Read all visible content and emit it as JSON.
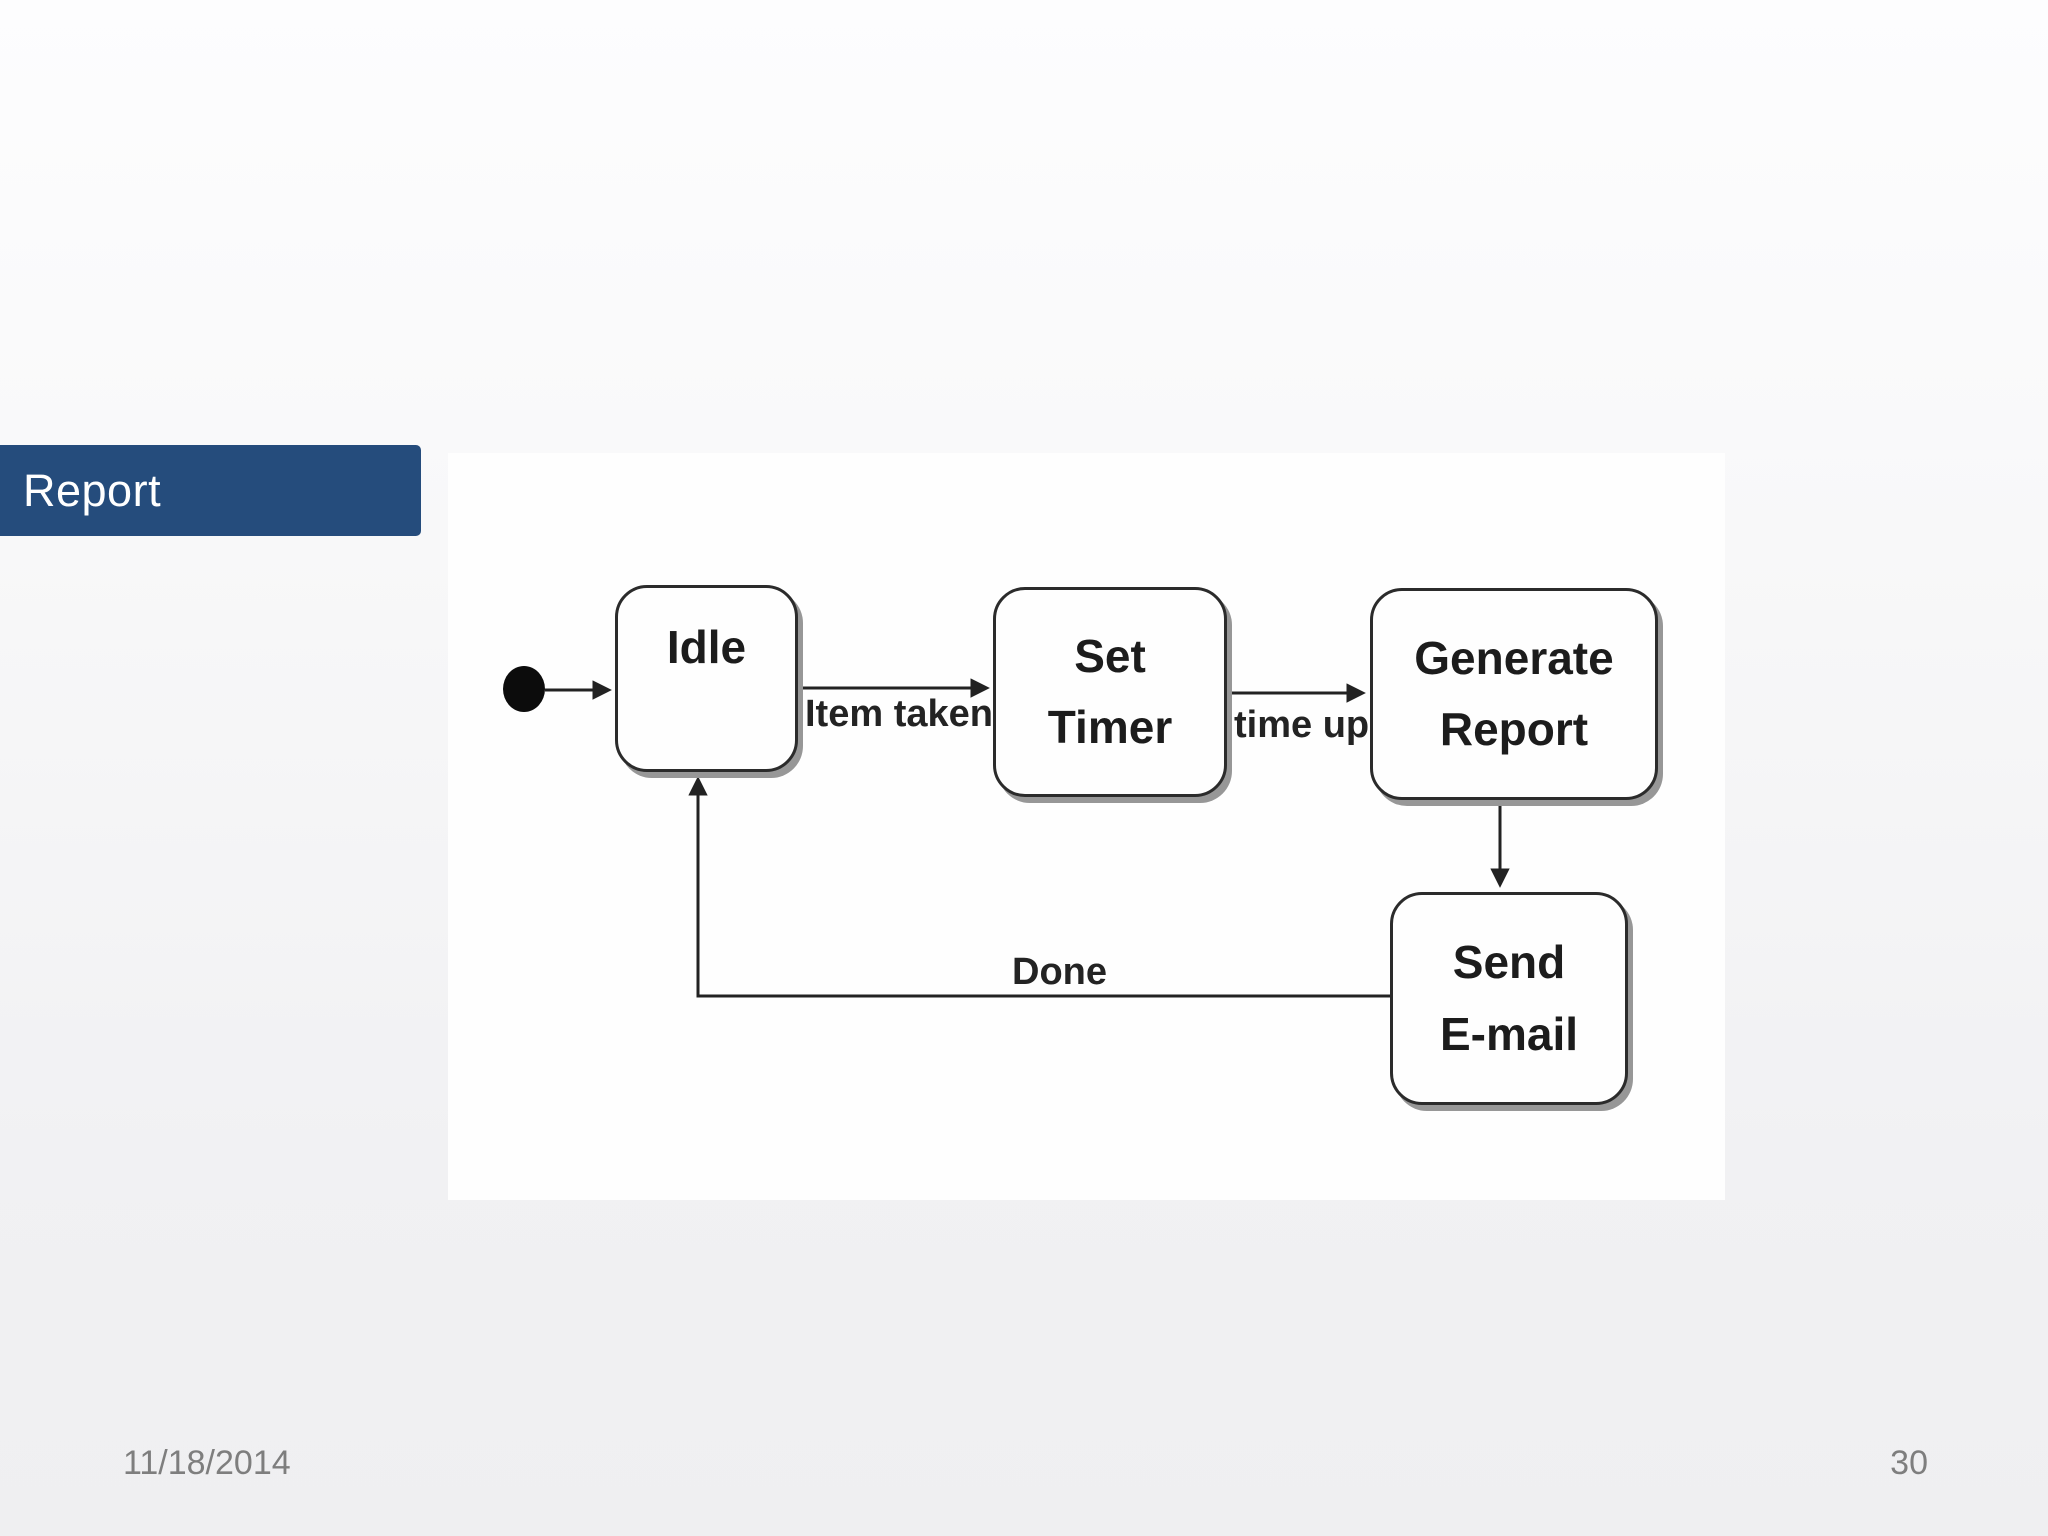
{
  "slide": {
    "title": "Report",
    "footer": {
      "date": "11/18/2014",
      "page_number": "30"
    }
  },
  "diagram": {
    "type": "uml-state-machine",
    "states": {
      "initial": {
        "kind": "initial-pseudostate"
      },
      "idle": {
        "label": "Idle"
      },
      "set_timer": {
        "line1": "Set",
        "line2": "Timer"
      },
      "generate_report": {
        "line1": "Generate",
        "line2": "Report"
      },
      "send_email": {
        "line1": "Send",
        "line2": "E-mail"
      }
    },
    "transitions": {
      "start": {
        "from": "initial",
        "to": "idle",
        "label": ""
      },
      "item_taken": {
        "from": "idle",
        "to": "set_timer",
        "label": "Item taken"
      },
      "time_up": {
        "from": "set_timer",
        "to": "generate_report",
        "label": "time up"
      },
      "report_to_email": {
        "from": "generate_report",
        "to": "send_email",
        "label": ""
      },
      "done": {
        "from": "send_email",
        "to": "idle",
        "label": "Done"
      }
    },
    "colors": {
      "state_fill": "#fefefe",
      "state_border": "#2b2b2b",
      "arrow": "#222222",
      "state_text": "#1c1c1c",
      "label_text": "#232323"
    }
  },
  "theme": {
    "title_bar_bg": "#254C7C",
    "title_text": "#ffffff",
    "background_top": "#fdfdfe",
    "background_bottom": "#efeff1",
    "panel_bg": "#fefefe",
    "footer_text": "#7e7e7e"
  }
}
